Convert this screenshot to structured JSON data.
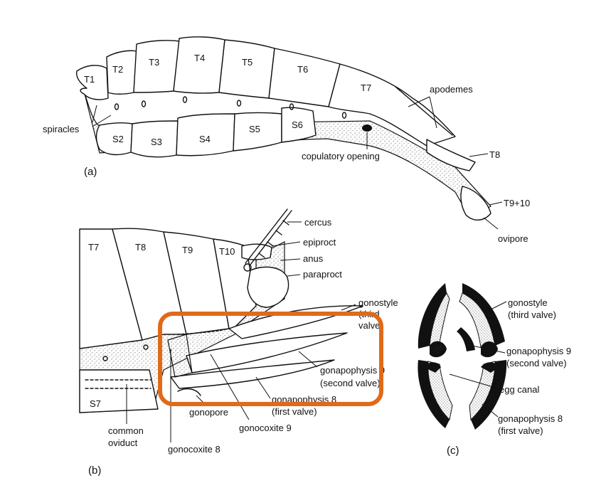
{
  "colors": {
    "ink": "#111111",
    "highlight": "#e06a1a",
    "background": "#ffffff"
  },
  "panel_a": {
    "panel_label": "(a)",
    "tergites": [
      "T1",
      "T2",
      "T3",
      "T4",
      "T5",
      "T6",
      "T7"
    ],
    "sternites": [
      "S2",
      "S3",
      "S4",
      "S5",
      "S6"
    ],
    "labels": {
      "spiracles": "spiracles",
      "apodemes": "apodemes",
      "copulatory_opening": "copulatory opening",
      "t8": "T8",
      "t9_10": "T9+10",
      "ovipore": "ovipore"
    }
  },
  "panel_b": {
    "panel_label": "(b)",
    "tergites": [
      "T7",
      "T8",
      "T9",
      "T10"
    ],
    "sternite": "S7",
    "labels": {
      "cercus": "cercus",
      "epiproct": "epiproct",
      "anus": "anus",
      "paraproct": "paraproct",
      "gonostyle_line1": "gonostyle",
      "gonostyle_line2": "(third",
      "gonostyle_line3": "valve)",
      "gonapophysis9_line1": "gonapophysis 9",
      "gonapophysis9_line2": "(second valve)",
      "gonapophysis8_line1": "gonapophysis 8",
      "gonapophysis8_line2": "(first valve)",
      "gonopore": "gonopore",
      "gonocoxite9": "gonocoxite 9",
      "common_oviduct_line1": "common",
      "common_oviduct_line2": "oviduct",
      "gonocoxite8": "gonocoxite 8"
    }
  },
  "panel_c": {
    "panel_label": "(c)",
    "labels": {
      "gonostyle_line1": "gonostyle",
      "gonostyle_line2": "(third valve)",
      "gonapophysis9_line1": "gonapophysis 9",
      "gonapophysis9_line2": "(second valve)",
      "egg_canal": "egg canal",
      "gonapophysis8_line1": "gonapophysis 8",
      "gonapophysis8_line2": "(first valve)"
    }
  }
}
